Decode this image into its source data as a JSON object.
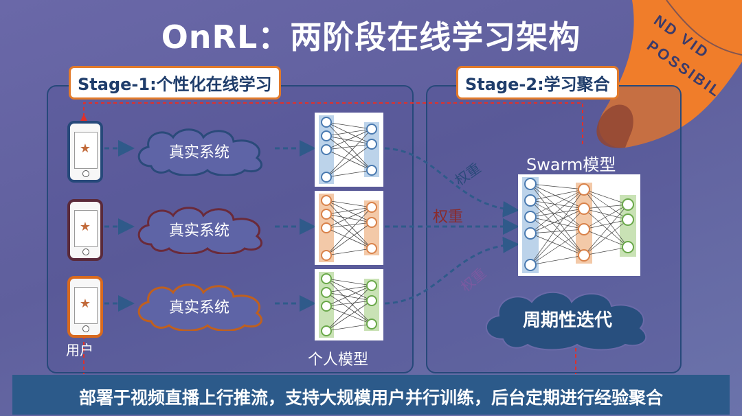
{
  "title": "OnRL：两阶段在线学习架构",
  "stage1": {
    "label": "Stage-1:个性化在线学习"
  },
  "stage2": {
    "label": "Stage-2:学习聚合"
  },
  "rows": [
    {
      "cloud": "真实系统",
      "color": "#2a4a7a",
      "layer_color": "#bcd3ea"
    },
    {
      "cloud": "真实系统",
      "color": "#6a2a3a",
      "layer_color": "#f3c9a8"
    },
    {
      "cloud": "真实系统",
      "color": "#c0601e",
      "layer_color": "#c9e2b5"
    }
  ],
  "weights": [
    {
      "text": "权重",
      "color": "#2a4a7a"
    },
    {
      "text": "权重",
      "color": "#8a2a2a"
    },
    {
      "text": "权重",
      "color": "#7a5aa0"
    }
  ],
  "user_label": "用户",
  "personal_model_label": "个人模型",
  "swarm_label": "Swarm模型",
  "cycle_label": "周期性迭代",
  "banner_letters": "ND VID POSSIBIL",
  "bottom_text": "部署于视频直播上行推流，支持大规模用户并行训练，后台定期进行经验聚合"
}
